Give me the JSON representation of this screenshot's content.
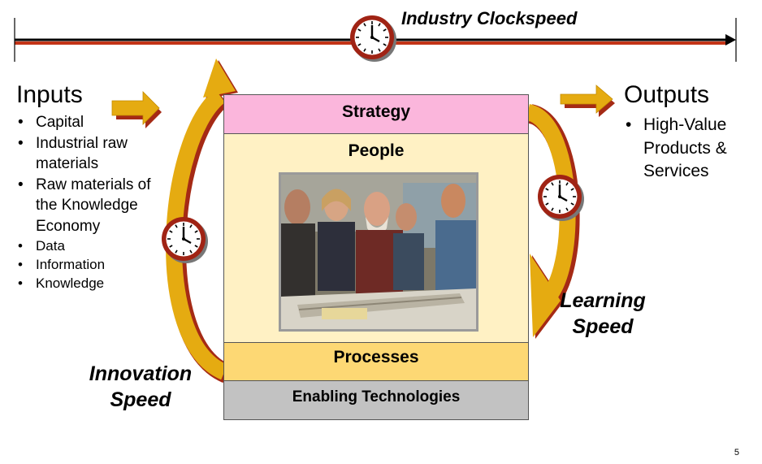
{
  "clockspeed_label": "Industry Clockspeed",
  "inputs": {
    "title": "Inputs",
    "items": [
      "Capital",
      "Industrial raw materials",
      "Raw materials of the Knowledge Economy"
    ],
    "sub_items": [
      "Data",
      "Information",
      "Knowledge"
    ]
  },
  "outputs": {
    "title": "Outputs",
    "items": [
      "High-Value Products & Services"
    ]
  },
  "layers": {
    "strategy": "Strategy",
    "people": "People",
    "processes": "Processes",
    "technologies": "Enabling Technologies"
  },
  "speeds": {
    "innovation_line1": "Innovation",
    "innovation_line2": "Speed",
    "learning_line1": "Learning",
    "learning_line2": "Speed"
  },
  "icons": [
    "clock-icon",
    "arrow-right-icon"
  ],
  "colors": {
    "strategy_fill": "#fbb6dc",
    "people_fill": "#fff1c4",
    "processes_fill": "#fdd874",
    "technologies_fill": "#c2c2c2",
    "arrow_gold": "#e5ab11",
    "arrow_shadow": "#a52a15",
    "clock_rim": "#a02314"
  },
  "page_number": "5"
}
